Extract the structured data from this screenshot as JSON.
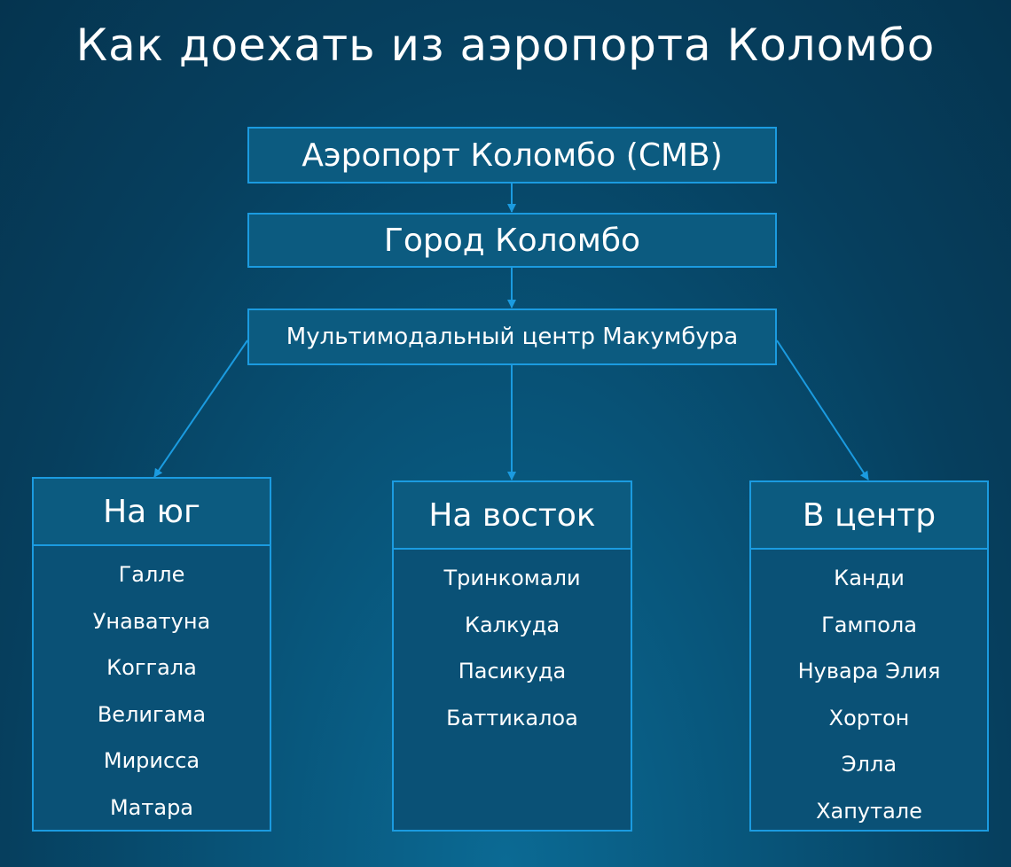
{
  "title": "Как доехать из аэропорта Коломбо",
  "nodes": {
    "airport": "Аэропорт Коломбо (CMB)",
    "city": "Город Коломбо",
    "hub": "Мультимодальный центр Макумбура"
  },
  "columns": [
    {
      "heading": "На юг",
      "items": [
        "Галле",
        "Унаватуна",
        "Коггала",
        "Велигама",
        "Мирисса",
        "Матара"
      ]
    },
    {
      "heading": "На восток",
      "items": [
        "Тринкомали",
        "Калкуда",
        "Пасикуда",
        "Баттикалоа"
      ]
    },
    {
      "heading": "В центр",
      "items": [
        "Канди",
        "Гампола",
        "Нувара Элия",
        "Хортон",
        "Элла",
        "Хапутале"
      ]
    }
  ],
  "colors": {
    "accent": "#1b9be0",
    "box_fill": "#0c5b80",
    "background": "#063f5e",
    "text": "#ffffff"
  }
}
